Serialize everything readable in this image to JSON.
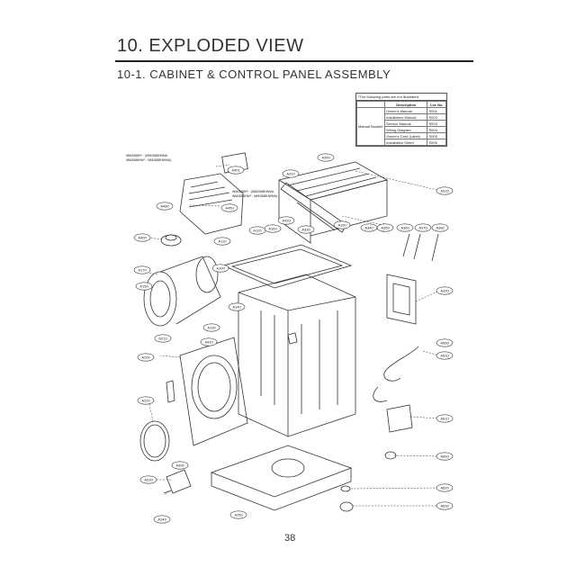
{
  "header": {
    "title": "10. EXPLODED VIEW",
    "section": "10-1. CABINET  & CONTROL PANEL ASSEMBLY"
  },
  "reference_table": {
    "caption": "*The following parts are not illustrated",
    "columns": [
      "Description",
      "Loc No."
    ],
    "group_label": "Manual Booklet",
    "rows": [
      {
        "description": "Owner's Manual",
        "loc": "S001"
      },
      {
        "description": "Installation Manual",
        "loc": "S002"
      },
      {
        "description": "Service Manual",
        "loc": "S003"
      },
      {
        "description": "Wiring Diagram",
        "loc": "S004"
      },
      {
        "description": "Owner's Card (Label)",
        "loc": "S005"
      },
      {
        "description": "Installation Sheet",
        "loc": "S006"
      }
    ]
  },
  "notes": {
    "top_left": [
      "WM2688H* : (WM2688HNMA",
      "WM2688HW* : WM2688HWMA)"
    ],
    "middle": [
      "WM2688H* : (WM2688HNMA",
      "WM2688HW* : WM2688HWMA)"
    ]
  },
  "callouts": [
    {
      "id": "c-a1",
      "label": "A401"
    },
    {
      "id": "c-a2",
      "label": "A460"
    },
    {
      "id": "c-a3",
      "label": "A400"
    },
    {
      "id": "c-a4",
      "label": "A450"
    },
    {
      "id": "c-a5",
      "label": "A170"
    },
    {
      "id": "c-a6",
      "label": "A110"
    },
    {
      "id": "c-a7",
      "label": "A100"
    },
    {
      "id": "c-a8",
      "label": "A120"
    },
    {
      "id": "c-a9",
      "label": "A140"
    },
    {
      "id": "c-a10",
      "label": "A130"
    },
    {
      "id": "c-a11",
      "label": "A410"
    },
    {
      "id": "c-a12",
      "label": "A310"
    },
    {
      "id": "c-a13",
      "label": "A300"
    },
    {
      "id": "c-a14",
      "label": "A190"
    },
    {
      "id": "c-a15",
      "label": "A330"
    },
    {
      "id": "c-a16",
      "label": "A150"
    },
    {
      "id": "c-a17",
      "label": "A315"
    },
    {
      "id": "c-a18",
      "label": "A320"
    },
    {
      "id": "c-a19",
      "label": "A500"
    },
    {
      "id": "c-a20",
      "label": "A510"
    },
    {
      "id": "c-a21",
      "label": "A610"
    },
    {
      "id": "c-a22",
      "label": "A600"
    },
    {
      "id": "c-a23",
      "label": "A620"
    },
    {
      "id": "c-a24",
      "label": "A630"
    },
    {
      "id": "c-a25",
      "label": "A210"
    },
    {
      "id": "c-a26",
      "label": "A200"
    },
    {
      "id": "c-a27",
      "label": "A220"
    },
    {
      "id": "c-a28",
      "label": "A230"
    },
    {
      "id": "c-a29",
      "label": "A240"
    },
    {
      "id": "c-a30",
      "label": "A250"
    },
    {
      "id": "c-a31",
      "label": "A340"
    },
    {
      "id": "c-a32",
      "label": "A350"
    },
    {
      "id": "c-a33",
      "label": "A360"
    },
    {
      "id": "c-a34",
      "label": "A370"
    },
    {
      "id": "c-a35",
      "label": "A380"
    },
    {
      "id": "c-a36",
      "label": "A160"
    },
    {
      "id": "c-a37",
      "label": "A390"
    },
    {
      "id": "c-a38",
      "label": "A420"
    }
  ],
  "page_number": "38"
}
